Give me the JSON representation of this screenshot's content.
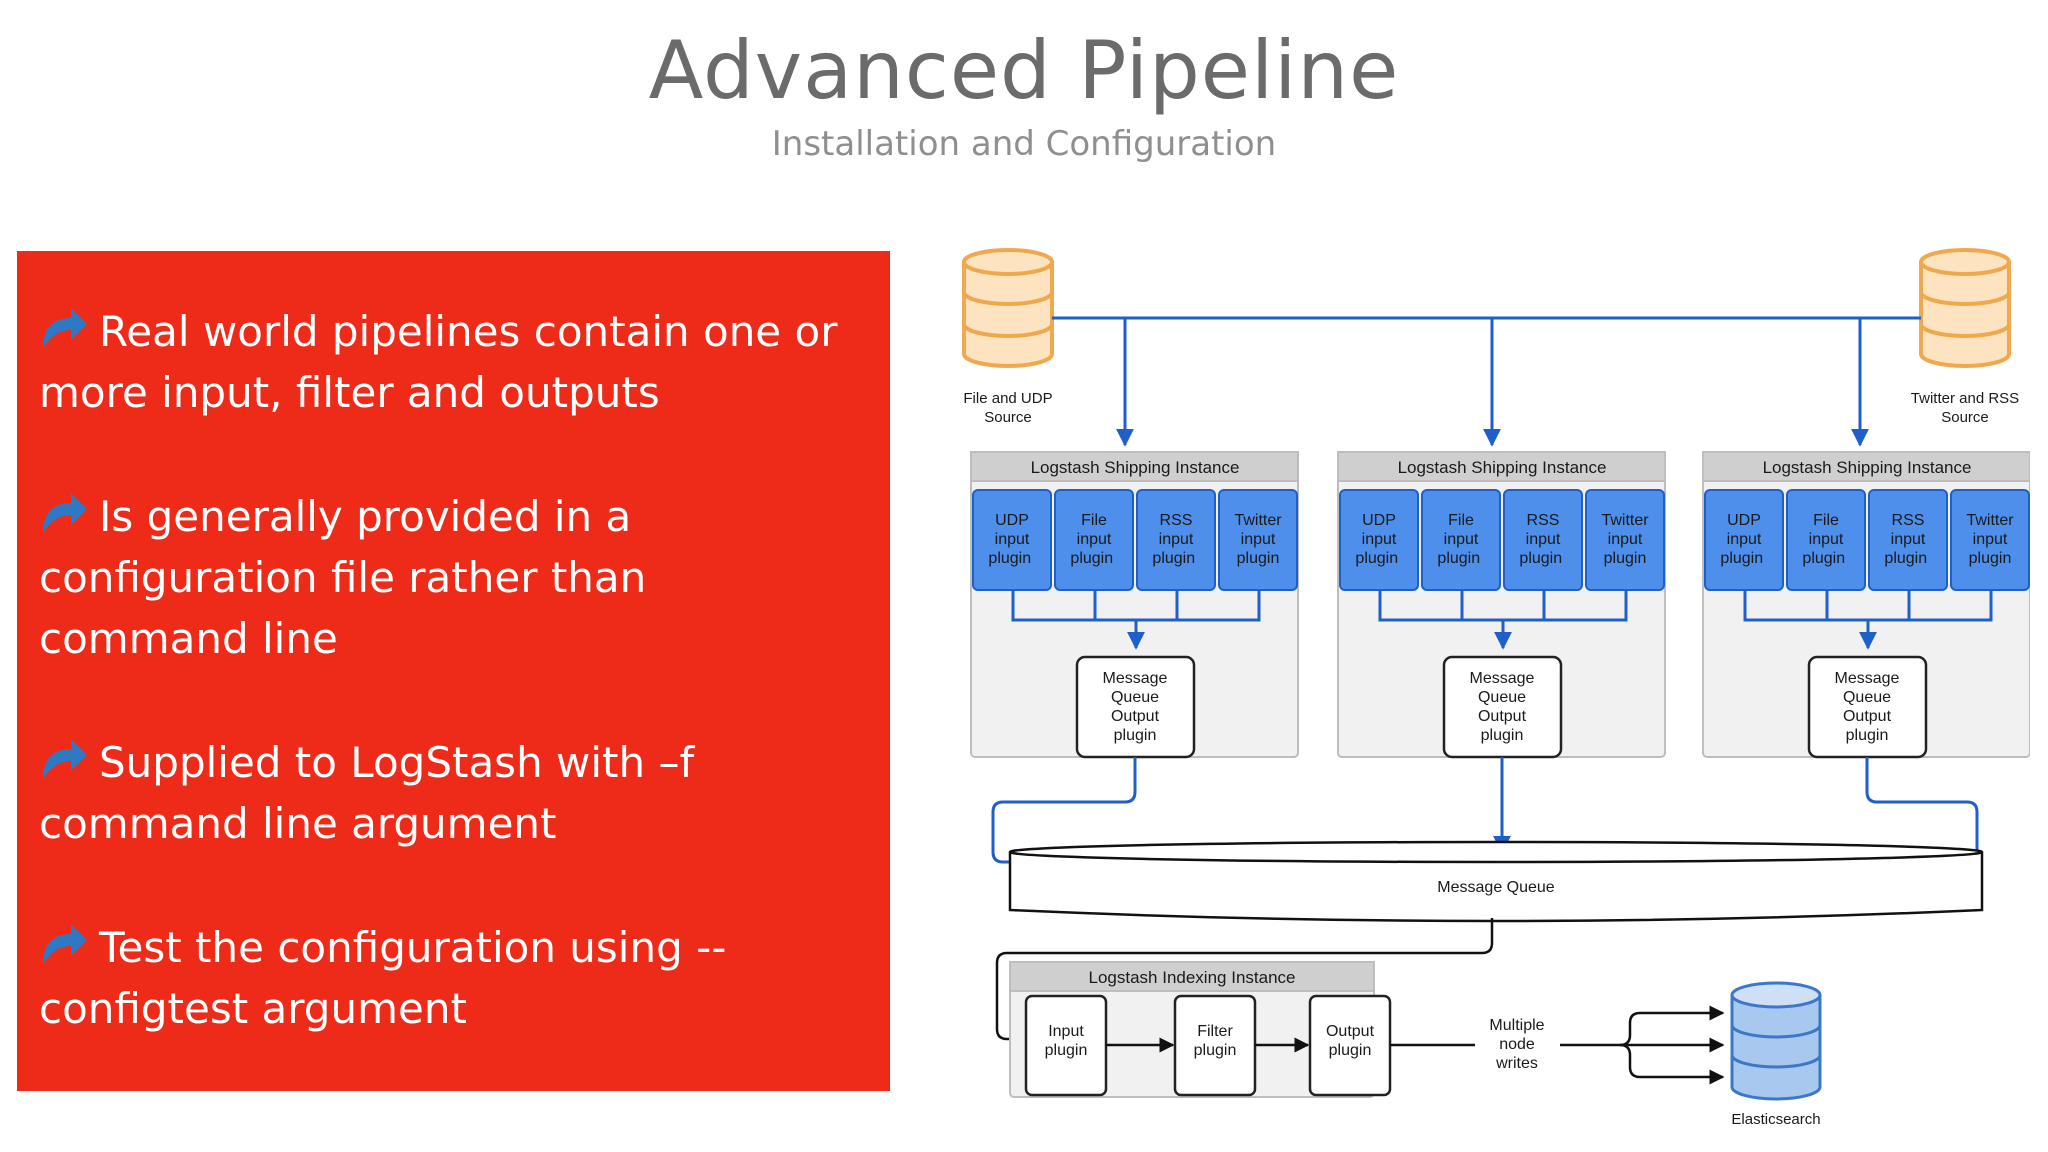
{
  "title": "Advanced Pipeline",
  "subtitle": "Installation and Configuration",
  "bullets": [
    "Real world pipelines contain one or more input, filter and outputs",
    "Is generally provided in a configuration file rather than command line",
    "Supplied to LogStash with –f command line argument",
    "Test the configuration using --configtest argument"
  ],
  "colors": {
    "panel": "#ee2a19",
    "plugin_blue": "#4d8fea",
    "arrow_blue": "#1f5fc9",
    "db_orange": "#f0a84e"
  },
  "diagram": {
    "source_left": [
      "File and UDP",
      "Source"
    ],
    "source_right": [
      "Twitter and RSS",
      "Source"
    ],
    "shipping_title": "Logstash Shipping Instance",
    "plugins": [
      [
        "UDP",
        "input",
        "plugin"
      ],
      [
        "File",
        "input",
        "plugin"
      ],
      [
        "RSS",
        "input",
        "plugin"
      ],
      [
        "Twitter",
        "input",
        "plugin"
      ]
    ],
    "mq_output": [
      "Message",
      "Queue",
      "Output",
      "plugin"
    ],
    "message_queue": "Message Queue",
    "indexing_title": "Logstash Indexing Instance",
    "input_plugin": [
      "Input",
      "plugin"
    ],
    "filter_plugin": [
      "Filter",
      "plugin"
    ],
    "output_plugin": [
      "Output",
      "plugin"
    ],
    "multiple_writes": [
      "Multiple",
      "node",
      "writes"
    ],
    "elasticsearch": "Elasticsearch"
  }
}
